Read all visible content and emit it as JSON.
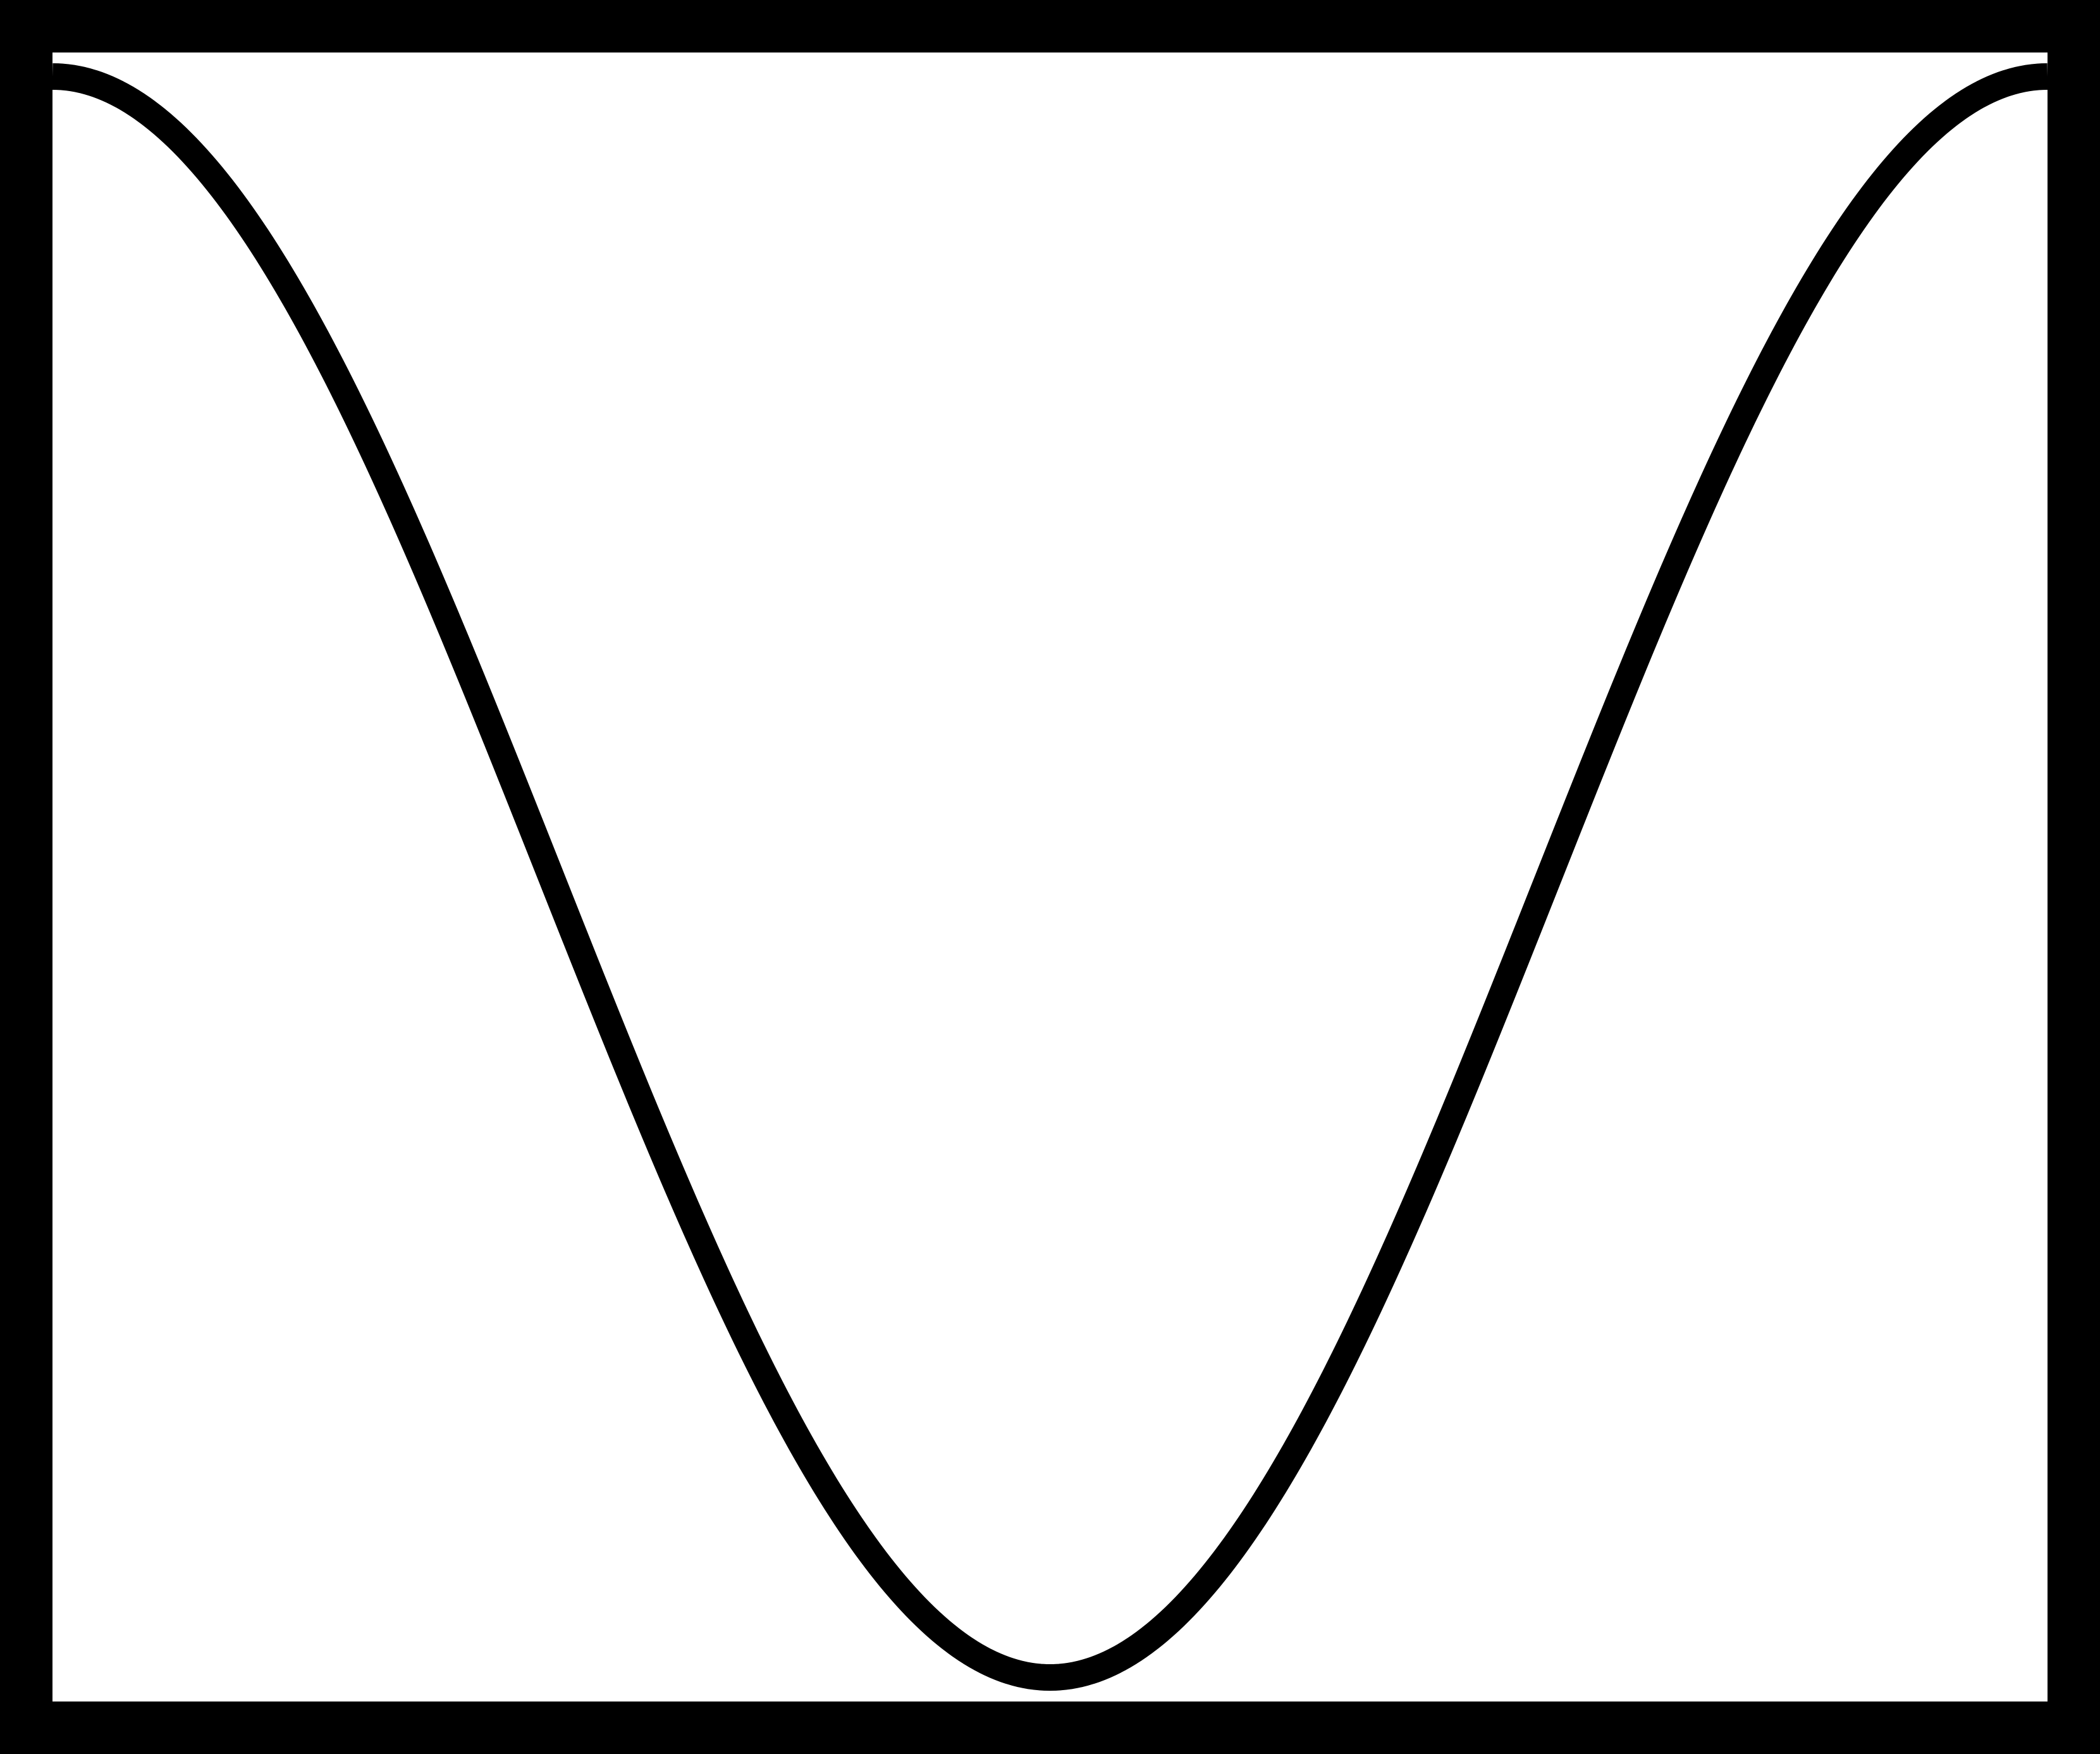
{
  "chart_data": {
    "type": "line",
    "title": "",
    "xlabel": "",
    "ylabel": "",
    "grid": false,
    "legend": "none",
    "xlim": [
      0,
      1
    ],
    "ylim": [
      -1.03,
      1.03
    ],
    "series": [
      {
        "function": "cos(2*pi*x)",
        "x": [
          0,
          0.05,
          0.1,
          0.15,
          0.2,
          0.25,
          0.3,
          0.35,
          0.4,
          0.45,
          0.5,
          0.55,
          0.6,
          0.65,
          0.7,
          0.75,
          0.8,
          0.85,
          0.9,
          0.95,
          1
        ],
        "values": [
          1,
          0.951,
          0.809,
          0.588,
          0.309,
          0,
          -0.309,
          -0.588,
          -0.809,
          -0.951,
          -1,
          -0.951,
          -0.809,
          -0.588,
          -0.309,
          0,
          0.309,
          0.588,
          0.809,
          0.951,
          1
        ],
        "color": "#000000"
      }
    ]
  },
  "colors": {
    "background": "#ffffff",
    "frame": "#000000",
    "line": "#000000"
  }
}
